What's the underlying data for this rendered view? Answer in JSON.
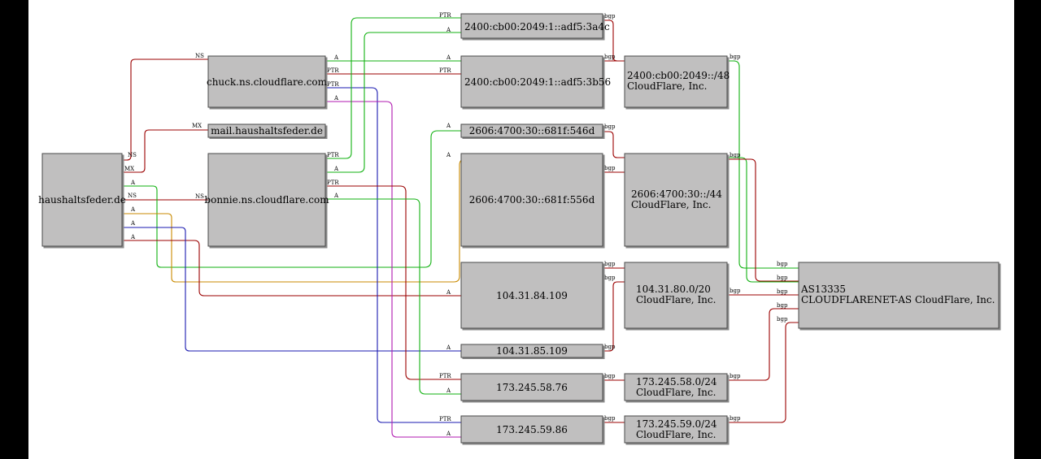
{
  "colors": {
    "red": "#9b0000",
    "green": "#12b212",
    "orange": "#c98a00",
    "blue": "#1a1ab0",
    "magenta": "#b01ab0",
    "node_fill": "#c0bfbf",
    "background": "#ffffff",
    "frame": "#000000"
  },
  "nodes": {
    "domain": {
      "label": "haushaltsfeder.de"
    },
    "ns_chuck": {
      "label": "chuck.ns.cloudflare.com"
    },
    "mx_mail": {
      "label": "mail.haushaltsfeder.de"
    },
    "ns_bonnie": {
      "label": "bonnie.ns.cloudflare.com"
    },
    "ip6_3a4c": {
      "label": "2400:cb00:2049:1::adf5:3a4c"
    },
    "ip6_3b56": {
      "label": "2400:cb00:2049:1::adf5:3b56"
    },
    "ip6_546d": {
      "label": "2606:4700:30::681f:546d"
    },
    "ip6_556d": {
      "label": "2606:4700:30::681f:556d"
    },
    "ip4_84109": {
      "label": "104.31.84.109"
    },
    "ip4_85109": {
      "label": "104.31.85.109"
    },
    "ip4_5876": {
      "label": "173.245.58.76"
    },
    "ip4_5986": {
      "label": "173.245.59.86"
    },
    "net_2400": {
      "line1": "2400:cb00:2049::/48",
      "line2": "CloudFlare, Inc."
    },
    "net_2606": {
      "line1": "2606:4700:30::/44",
      "line2": "CloudFlare, Inc."
    },
    "net_104": {
      "line1": "104.31.80.0/20",
      "line2": "CloudFlare, Inc."
    },
    "net_5824": {
      "line1": "173.245.58.0/24",
      "line2": "CloudFlare, Inc."
    },
    "net_5924": {
      "line1": "173.245.59.0/24",
      "line2": "CloudFlare, Inc."
    },
    "as13335": {
      "line1": "AS13335",
      "line2": "CLOUDFLARENET-AS CloudFlare, Inc."
    }
  },
  "edge_labels": {
    "ns": "NS",
    "mx": "MX",
    "a": "A",
    "ptr": "PTR",
    "bgp": "bgp"
  }
}
